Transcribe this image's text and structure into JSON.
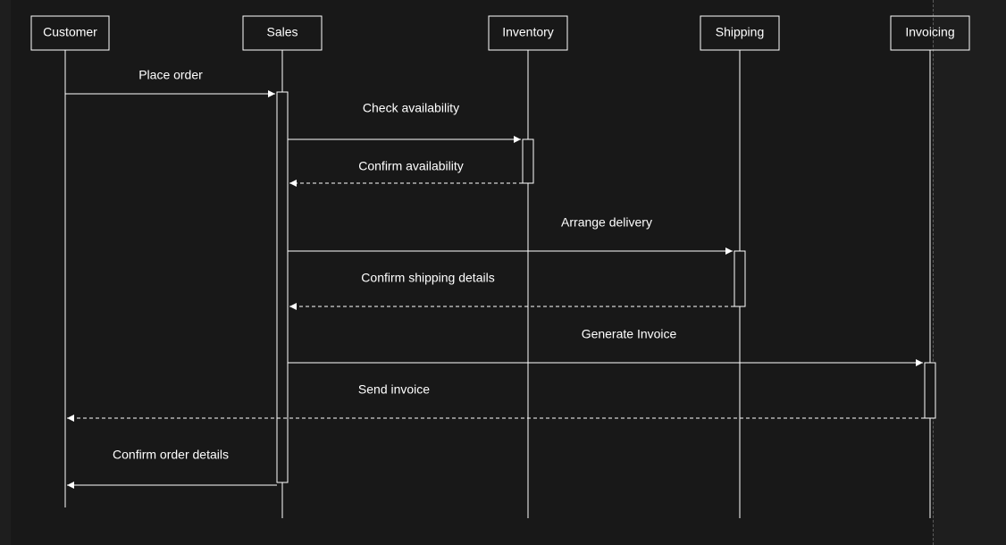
{
  "diagram": {
    "type": "sequence",
    "colors": {
      "background": "#1e1e1e",
      "surface": "#181818",
      "stroke": "#ffffff",
      "text": "#ffffff"
    },
    "participants": [
      {
        "id": "customer",
        "label": "Customer"
      },
      {
        "id": "sales",
        "label": "Sales"
      },
      {
        "id": "inventory",
        "label": "Inventory"
      },
      {
        "id": "shipping",
        "label": "Shipping"
      },
      {
        "id": "invoicing",
        "label": "Invoicing"
      }
    ],
    "messages": [
      {
        "id": "place-order",
        "label": "Place order",
        "from": "customer",
        "to": "sales",
        "style": "solid"
      },
      {
        "id": "check-availability",
        "label": "Check availability",
        "from": "sales",
        "to": "inventory",
        "style": "solid"
      },
      {
        "id": "confirm-availability",
        "label": "Confirm availability",
        "from": "inventory",
        "to": "sales",
        "style": "dashed"
      },
      {
        "id": "arrange-delivery",
        "label": "Arrange delivery",
        "from": "sales",
        "to": "shipping",
        "style": "solid"
      },
      {
        "id": "confirm-shipping-details",
        "label": "Confirm shipping details",
        "from": "shipping",
        "to": "sales",
        "style": "dashed"
      },
      {
        "id": "generate-invoice",
        "label": "Generate Invoice",
        "from": "sales",
        "to": "invoicing",
        "style": "solid"
      },
      {
        "id": "send-invoice",
        "label": "Send invoice",
        "from": "invoicing",
        "to": "customer",
        "style": "dashed"
      },
      {
        "id": "confirm-order-details",
        "label": "Confirm order details",
        "from": "sales",
        "to": "customer",
        "style": "solid"
      }
    ]
  }
}
